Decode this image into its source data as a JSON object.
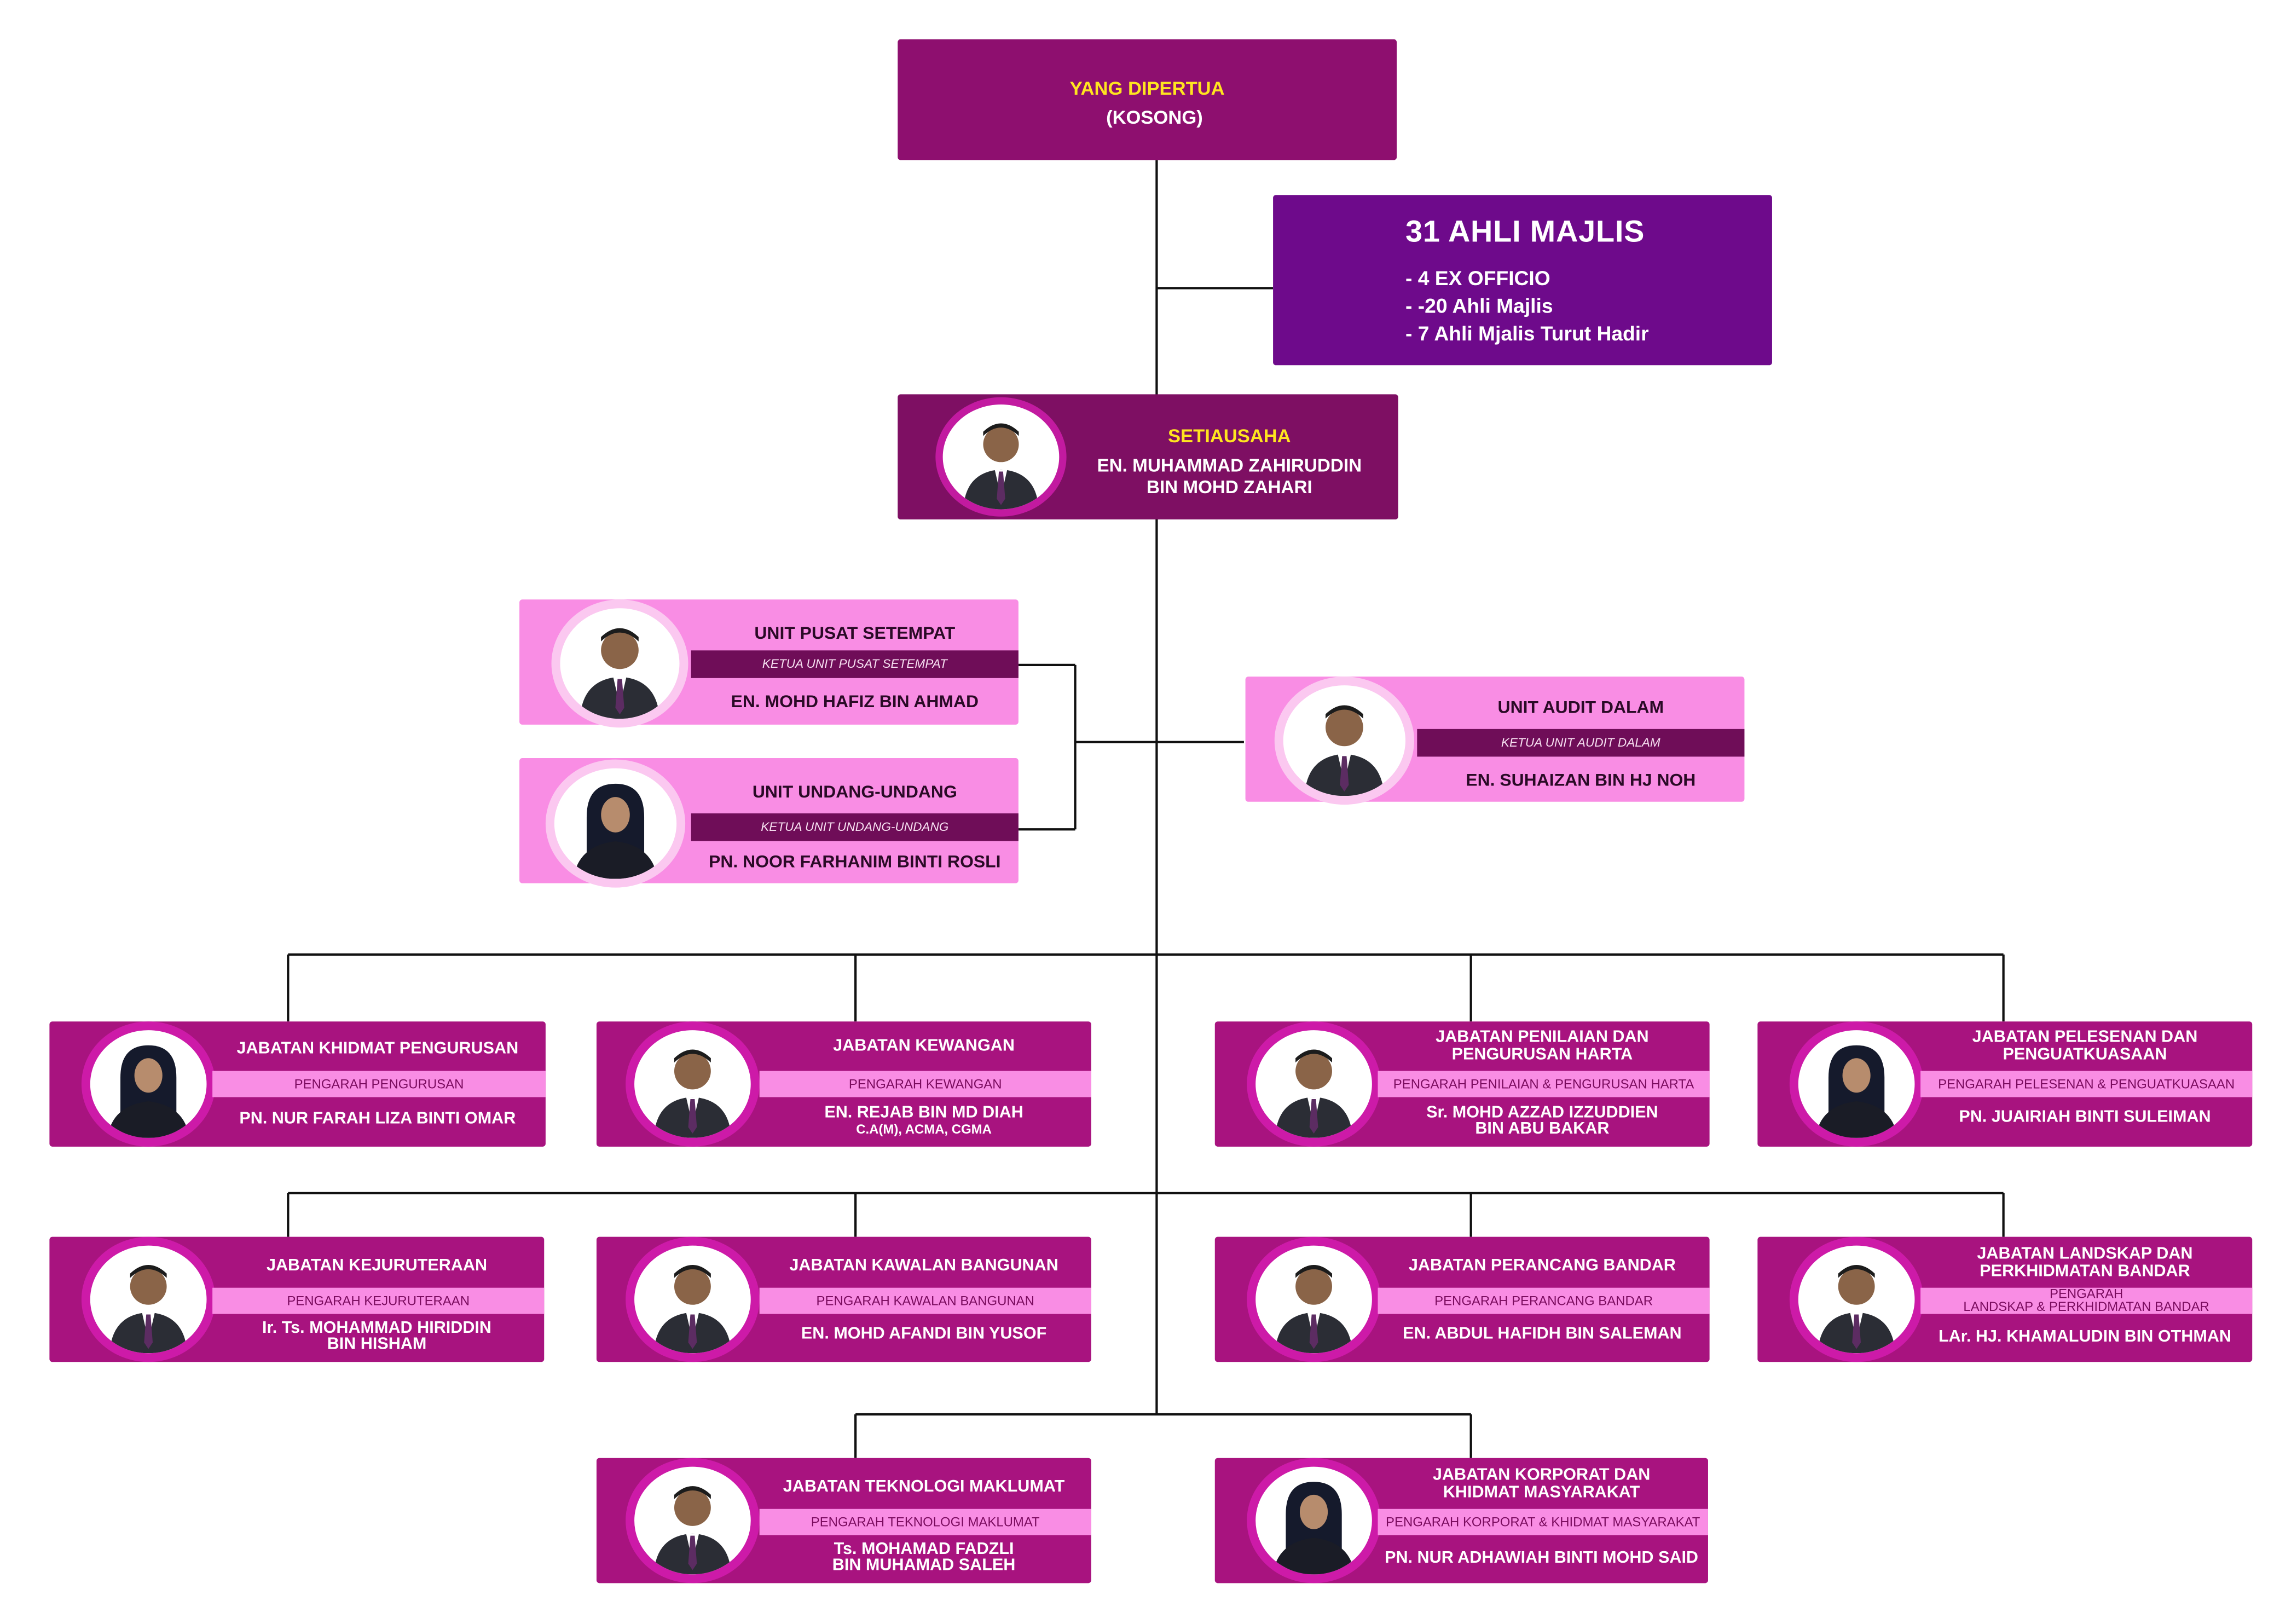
{
  "yang_dipertua": {
    "role": "YANG DIPERTUA",
    "name": "(KOSONG)"
  },
  "ahli_majlis": {
    "title": "31 AHLI MAJLIS",
    "items": [
      "-  4 EX OFFICIO",
      "-  -20 Ahli Majlis",
      "-  7 Ahli Mjalis Turut Hadir"
    ]
  },
  "setiausaha": {
    "role": "SETIAUSAHA",
    "name_1": "EN. MUHAMMAD ZAHIRUDDIN",
    "name_2": "BIN  MOHD ZAHARI"
  },
  "units": [
    {
      "title": "UNIT PUSAT SETEMPAT",
      "position": "KETUA UNIT PUSAT SETEMPAT",
      "name": "EN. MOHD HAFIZ BIN AHMAD"
    },
    {
      "title": "UNIT UNDANG-UNDANG",
      "position": "KETUA UNIT UNDANG-UNDANG",
      "name": "PN. NOOR FARHANIM BINTI ROSLI"
    },
    {
      "title": "UNIT AUDIT DALAM",
      "position": "KETUA UNIT AUDIT DALAM",
      "name": "EN. SUHAIZAN BIN HJ NOH"
    }
  ],
  "departments": [
    {
      "title_1": "JABATAN KHIDMAT PENGURUSAN",
      "title_2": "",
      "position_1": "PENGARAH PENGURUSAN",
      "position_2": "",
      "name_1": "PN. NUR FARAH LIZA BINTI OMAR",
      "name_2": ""
    },
    {
      "title_1": "JABATAN KEWANGAN",
      "title_2": "",
      "position_1": "PENGARAH KEWANGAN",
      "position_2": "",
      "name_1": "EN. REJAB BIN MD DIAH",
      "name_2": "C.A(M), ACMA, CGMA"
    },
    {
      "title_1": "JABATAN PENILAIAN DAN",
      "title_2": "PENGURUSAN HARTA",
      "position_1": "PENGARAH PENILAIAN & PENGURUSAN HARTA",
      "position_2": "",
      "name_1": "Sr. MOHD AZZAD IZZUDDIEN",
      "name_2": "BIN ABU BAKAR"
    },
    {
      "title_1": "JABATAN PELESENAN DAN",
      "title_2": "PENGUATKUASAAN",
      "position_1": "PENGARAH PELESENAN & PENGUATKUASAAN",
      "position_2": "",
      "name_1": "PN. JUAIRIAH BINTI SULEIMAN",
      "name_2": ""
    },
    {
      "title_1": "JABATAN KEJURUTERAAN",
      "title_2": "",
      "position_1": "PENGARAH KEJURUTERAAN",
      "position_2": "",
      "name_1": "Ir. Ts. MOHAMMAD HIRIDDIN",
      "name_2": "BIN HISHAM"
    },
    {
      "title_1": "JABATAN KAWALAN BANGUNAN",
      "title_2": "",
      "position_1": "PENGARAH KAWALAN BANGUNAN",
      "position_2": "",
      "name_1": "EN. MOHD AFANDI BIN YUSOF",
      "name_2": ""
    },
    {
      "title_1": "JABATAN PERANCANG BANDAR",
      "title_2": "",
      "position_1": "PENGARAH PERANCANG BANDAR",
      "position_2": "",
      "name_1": "EN. ABDUL HAFIDH BIN SALEMAN",
      "name_2": ""
    },
    {
      "title_1": "JABATAN LANDSKAP DAN",
      "title_2": "PERKHIDMATAN BANDAR",
      "position_1": "PENGARAH",
      "position_2": "LANDSKAP & PERKHIDMATAN BANDAR",
      "name_1": "LAr. HJ. KHAMALUDIN BIN OTHMAN",
      "name_2": ""
    },
    {
      "title_1": "JABATAN TEKNOLOGI MAKLUMAT",
      "title_2": "",
      "position_1": "PENGARAH TEKNOLOGI MAKLUMAT",
      "position_2": "",
      "name_1": "Ts. MOHAMAD FADZLI",
      "name_2": "BIN MUHAMAD SALEH"
    },
    {
      "title_1": "JABATAN KORPORAT DAN",
      "title_2": "KHIDMAT MASYARAKAT",
      "position_1": "PENGARAH KORPORAT & KHIDMAT MASYARAKAT",
      "position_2": "",
      "name_1": "PN. NUR ADHAWIAH BINTI MOHD SAID",
      "name_2": ""
    }
  ],
  "colors": {
    "header_box": "#8e0f6f",
    "ahli_box": "#6e0a8b",
    "setiausaha_box": "#7e0f63",
    "unit_box": "#f98de4",
    "unit_band": "#6f0d58",
    "dept_box": "#a8137f",
    "dept_band": "#f98de4",
    "role_text": "#ffe51f",
    "connector": "#111111"
  }
}
